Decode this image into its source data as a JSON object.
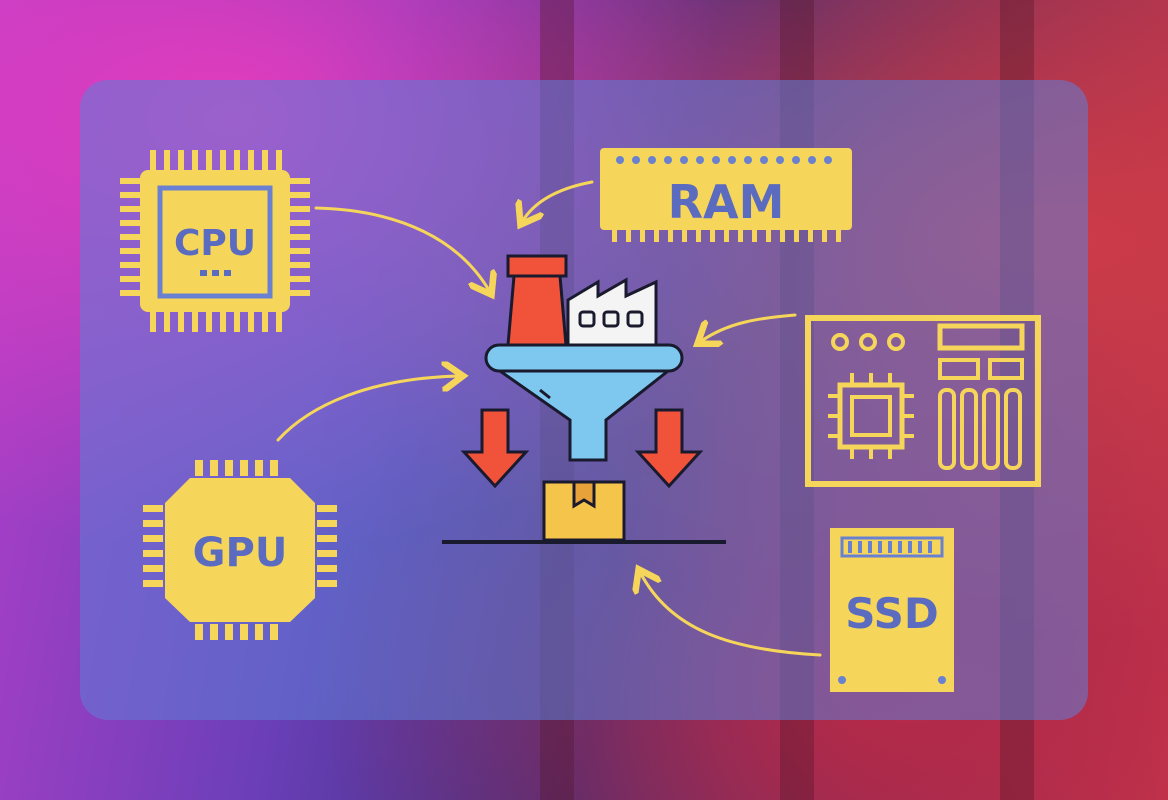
{
  "diagram": {
    "components": {
      "cpu": {
        "label": "CPU"
      },
      "ram": {
        "label": "RAM"
      },
      "gpu": {
        "label": "GPU"
      },
      "ssd": {
        "label": "SSD"
      }
    },
    "colors": {
      "component_yellow": "#f5d65a",
      "label_blue": "#5a6bc0",
      "arrow_red": "#f0533a",
      "funnel_blue": "#7ec8ef",
      "panel_blue": "#6480d8"
    },
    "icons": [
      "cpu-chip-icon",
      "ram-module-icon",
      "gpu-chip-icon",
      "motherboard-icon",
      "ssd-drive-icon",
      "factory-funnel-icon",
      "package-box-icon"
    ]
  }
}
